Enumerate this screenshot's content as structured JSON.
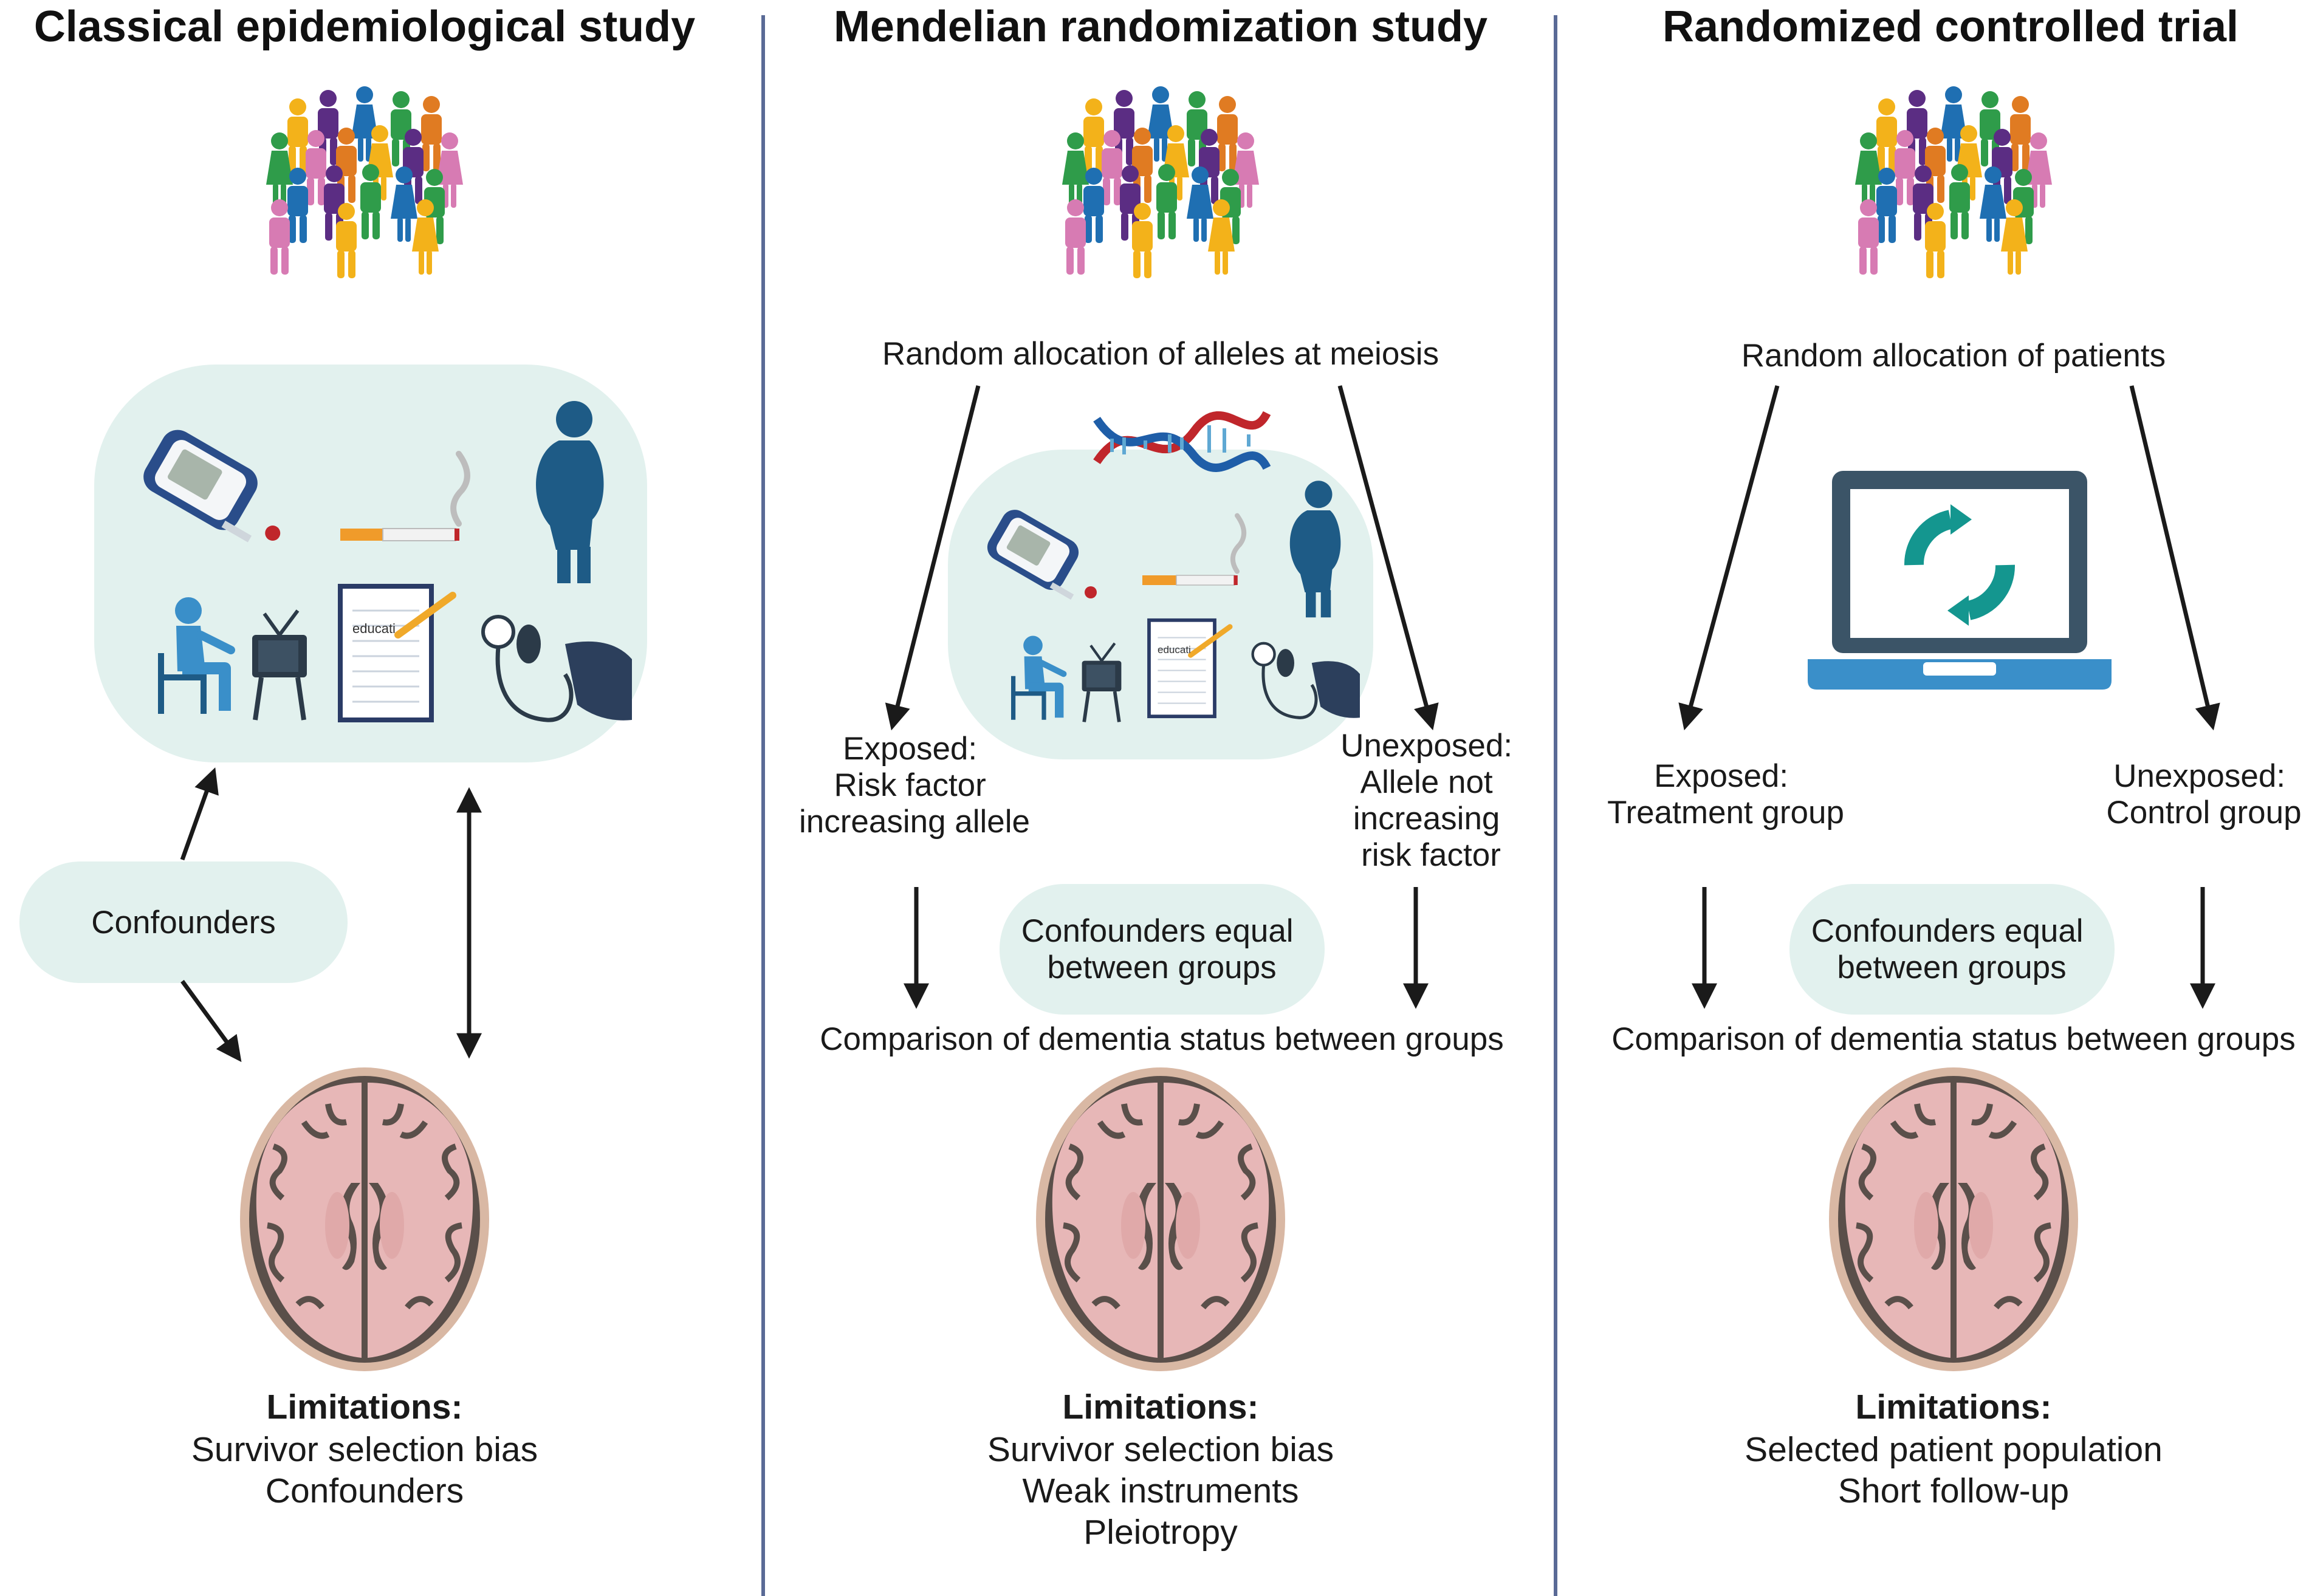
{
  "colors": {
    "divider": "#5a6a96",
    "panel": "#e2f1ee",
    "arrow": "#1a1a1a",
    "people": [
      "#f3b21a",
      "#5b2d83",
      "#1f6fb2",
      "#2f9c4a",
      "#e07b22",
      "#d77bb3",
      "#3aa6c9"
    ],
    "laptop": "#3b5467",
    "laptop_screen": "#ffffff",
    "cycle": "#14968f",
    "brain_skull": "#d9b8a4",
    "brain_tissue": "#e7b7b7",
    "brain_sulci": "#5a4f4a"
  },
  "icons": {
    "crowd": "crowd-of-people-icon",
    "glucometer": "glucometer-icon",
    "cigarette": "cigarette-icon",
    "obese_person": "overweight-person-icon",
    "sedentary": "person-sitting-watching-tv-icon",
    "tv": "television-icon",
    "education": "notebook-education-icon",
    "blood_pressure": "blood-pressure-cuff-icon",
    "dna": "dna-helix-icon",
    "laptop": "laptop-randomization-icon",
    "brain": "brain-axial-section-icon"
  },
  "columns": {
    "classical": {
      "title": "Classical epidemiological study",
      "confounders": "Confounders",
      "icon_note": "educati",
      "limitations_heading": "Limitations:",
      "limitations": [
        "Survivor selection bias",
        "Confounders"
      ]
    },
    "mendelian": {
      "title": "Mendelian randomization study",
      "allocation": "Random allocation of alleles at meiosis",
      "icon_note": "educati",
      "exposed": [
        "Exposed:",
        "Risk factor",
        "increasing allele"
      ],
      "unexposed": [
        "Unexposed:",
        "Allele not",
        "increasing",
        "risk factor"
      ],
      "confounders": [
        "Confounders equal",
        "between groups"
      ],
      "comparison": "Comparison of dementia status between groups",
      "limitations_heading": "Limitations:",
      "limitations": [
        "Survivor selection bias",
        "Weak instruments",
        "Pleiotropy"
      ]
    },
    "rct": {
      "title": "Randomized controlled trial",
      "allocation": "Random allocation of patients",
      "exposed": [
        "Exposed:",
        "Treatment group"
      ],
      "unexposed": [
        "Unexposed:",
        "Control group"
      ],
      "confounders": [
        "Confounders equal",
        "between groups"
      ],
      "comparison": "Comparison of dementia status between groups",
      "limitations_heading": "Limitations:",
      "limitations": [
        "Selected patient population",
        "Short follow-up"
      ]
    }
  }
}
